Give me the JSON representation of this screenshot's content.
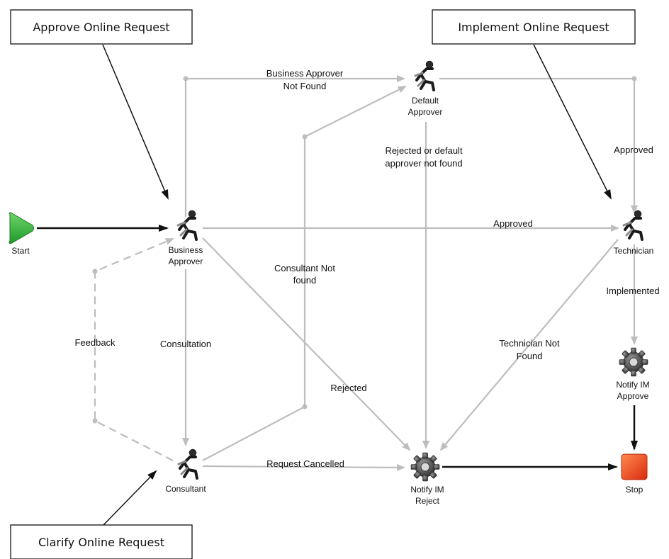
{
  "callouts": {
    "approve": "Approve Online Request",
    "implement": "Implement Online Request",
    "clarify": "Clarify Online Request"
  },
  "nodes": {
    "start": "Start",
    "business_approver": [
      "Business",
      "Approver"
    ],
    "default_approver": [
      "Default",
      "Approver"
    ],
    "technician": "Technician",
    "consultant": "Consultant",
    "notify_reject": [
      "Notify IM",
      "Reject"
    ],
    "notify_approve": [
      "Notify IM",
      "Approve"
    ],
    "stop": "Stop"
  },
  "flows": {
    "business_approver_not_found": [
      "Business Approver",
      "Not Found"
    ],
    "rejected_or_default": [
      "Rejected or default",
      "approver not found"
    ],
    "approved_top": "Approved",
    "approved_main": "Approved",
    "consultant_not_found": [
      "Consultant Not",
      "found"
    ],
    "implemented": "Implemented",
    "feedback": "Feedback",
    "consultation": "Consultation",
    "technician_not_found": [
      "Technician Not",
      "Found"
    ],
    "rejected": "Rejected",
    "request_cancelled": "Request Cancelled"
  },
  "colors": {
    "flow_line": "#bdbdbd",
    "main_line": "#111111",
    "start_green": "#3cb043",
    "stop_red": "#e8401c"
  },
  "icons": {
    "actor": "running-person-icon",
    "system": "gear-icon",
    "start": "play-triangle-icon",
    "stop": "stop-square-icon"
  }
}
